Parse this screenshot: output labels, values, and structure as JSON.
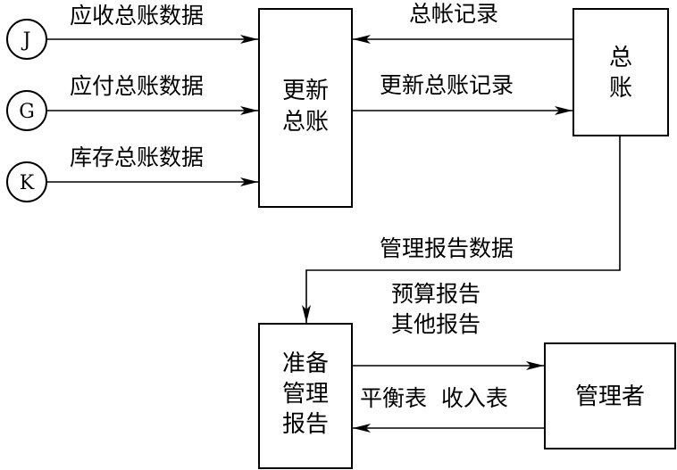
{
  "nodes": {
    "j": "J",
    "g": "G",
    "k": "K"
  },
  "boxes": {
    "update_ledger": [
      "更新",
      "总账"
    ],
    "general_ledger": [
      "总",
      "账"
    ],
    "prepare_reports": [
      "准备",
      "管理",
      "报告"
    ],
    "manager": "管理者"
  },
  "flows": {
    "ar_data": "应收总账数据",
    "ap_data": "应付总账数据",
    "inventory_data": "库存总账数据",
    "ledger_records": "总帐记录",
    "update_records": "更新总账记录",
    "mgmt_report_data": "管理报告数据",
    "reports_to_manager": [
      "预算报告",
      "其他报告"
    ],
    "manager_feedback": "平衡表  收入表"
  }
}
